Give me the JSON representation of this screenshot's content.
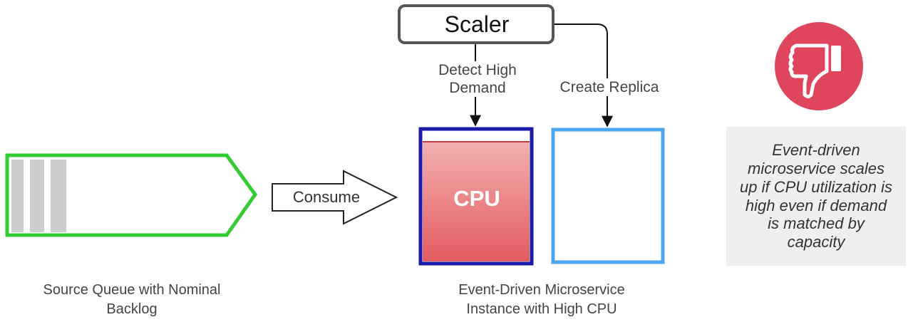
{
  "scaler": {
    "label": "Scaler"
  },
  "edges": {
    "detect": "Detect High\nDemand",
    "create_replica": "Create Replica",
    "consume": "Consume"
  },
  "service": {
    "cpu_label": "CPU",
    "caption": "Event-Driven Microservice\nInstance with High CPU"
  },
  "queue": {
    "caption": "Source Queue with Nominal\nBacklog"
  },
  "note": {
    "text": "Event-driven\nmicroservice scales\nup if CPU utilization is\nhigh even if demand\nis matched by\ncapacity"
  },
  "icons": {
    "verdict": "thumbs-down-icon"
  },
  "colors": {
    "queue_border": "#33cc33",
    "queue_items": "#cccccc",
    "instance_border": "#1a1aa8",
    "cpu_fill_top": "#f0a8a8",
    "cpu_fill_bottom": "#e05e62",
    "replica_border": "#4da6ee",
    "thumbs_circle": "#e0455e",
    "note_background": "#efefef"
  }
}
